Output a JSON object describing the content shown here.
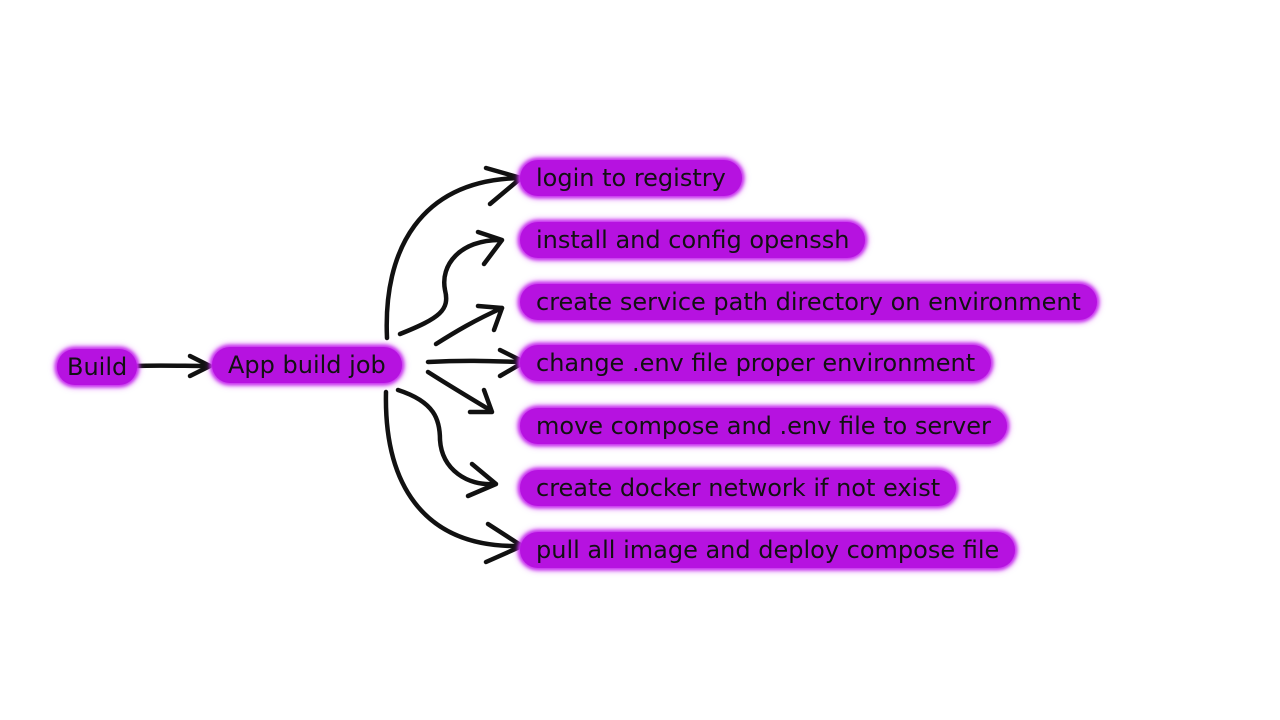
{
  "diagram": {
    "root": {
      "label": "Build"
    },
    "job": {
      "label": "App build job"
    },
    "steps": [
      {
        "label": "login to registry"
      },
      {
        "label": "install and config openssh"
      },
      {
        "label": "create service path directory on environment"
      },
      {
        "label": "change .env file proper environment"
      },
      {
        "label": "move compose and .env file to server"
      },
      {
        "label": "create docker network if not exist"
      },
      {
        "label": "pull all image and deploy compose file"
      }
    ]
  },
  "colors": {
    "node_fill": "#b612e0",
    "arrow": "#111111",
    "text": "#111111",
    "background": "#ffffff"
  }
}
